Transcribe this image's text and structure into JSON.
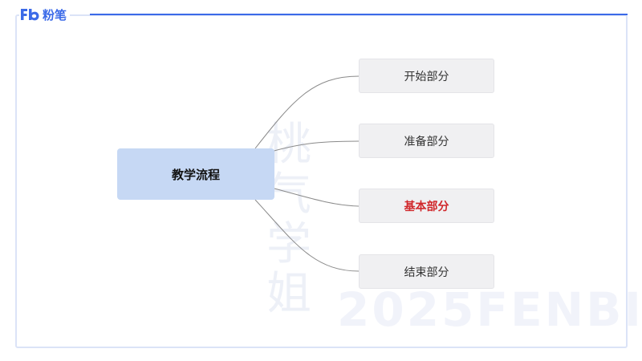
{
  "logo": {
    "text": "粉笔",
    "mark_icon": "fb-logo-icon",
    "color": "#3b6ae8"
  },
  "watermark": {
    "cn": "桃气学姐",
    "en": "2025FENBI"
  },
  "mindmap": {
    "root": {
      "label": "教学流程",
      "fill": "#c6d8f4"
    },
    "branches": [
      {
        "label": "开始部分",
        "highlight": false
      },
      {
        "label": "准备部分",
        "highlight": false
      },
      {
        "label": "基本部分",
        "highlight": true,
        "highlight_color": "#d0262a"
      },
      {
        "label": "结束部分",
        "highlight": false
      }
    ],
    "connector_color": "#8a8a8a"
  }
}
